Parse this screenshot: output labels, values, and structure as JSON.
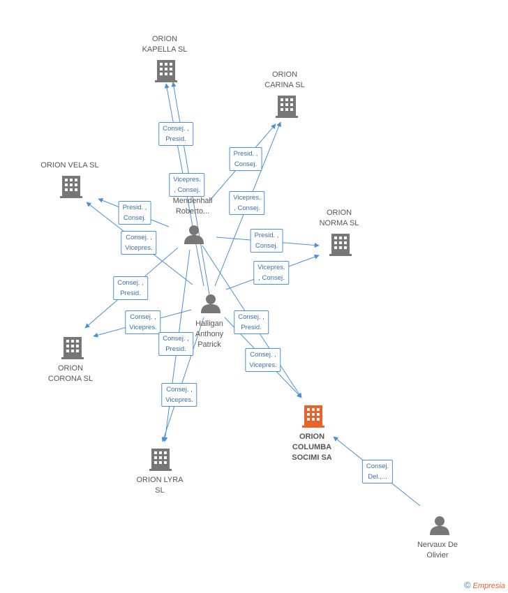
{
  "colors": {
    "edge": "#4a8fd9",
    "company": "#777777",
    "main_company": "#e8622a",
    "person": "#777777"
  },
  "nodes": {
    "kapella": {
      "label": "ORION\nKAPELLA SL",
      "icon": "building-icon"
    },
    "carina": {
      "label": "ORION\nCARINA SL",
      "icon": "building-icon"
    },
    "vela": {
      "label": "ORION VELA  SL",
      "icon": "building-icon"
    },
    "norma": {
      "label": "ORION\nNORMA  SL",
      "icon": "building-icon"
    },
    "corona": {
      "label": "ORION\nCORONA SL",
      "icon": "building-icon"
    },
    "lyra": {
      "label": "ORION LYRA\nSL",
      "icon": "building-icon"
    },
    "columba": {
      "label": "ORION\nCOLUMBA\nSOCIMI SA",
      "icon": "building-icon"
    },
    "mendenhall": {
      "label": "Mendenhall\nRoberto...",
      "icon": "person-icon"
    },
    "halligan": {
      "label": "Halligan\nAnthony\nPatrick",
      "icon": "person-icon"
    },
    "nervaux": {
      "label": "Nervaux De\nOlivier",
      "icon": "person-icon"
    }
  },
  "edge_labels": {
    "e1": "Consej. ,\nPresid.",
    "e2": "Presid. ,\nConsej.",
    "e3": "Vicepres.\n, Consej.",
    "e4": "Vicepres.\n, Consej.",
    "e5": "Presid. ,\nConsej.",
    "e6": "Consej. ,\nVicepres.",
    "e7": "Presid. ,\nConsej.",
    "e8": "Vicepres.\n, Consej.",
    "e9": "Consej. ,\nPresid.",
    "e10": "Consej. ,\nVicepres.",
    "e11": "Consej. ,\nPresid.",
    "e12": "Consej. ,\nPresid.",
    "e13": "Consej. ,\nVicepres.",
    "e14": "Consej. ,\nVicepres.",
    "e15": "Consej.\nDel.,..."
  },
  "footer": {
    "symbol": "©",
    "brand": "Empresia"
  }
}
